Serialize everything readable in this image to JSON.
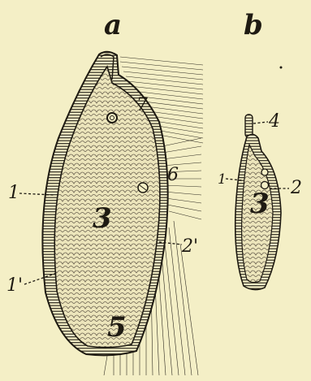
{
  "panels": [
    {
      "id": "a",
      "label": "a",
      "callouts": [
        "7",
        "6",
        "1",
        "3",
        "2'",
        "1'",
        "5"
      ]
    },
    {
      "id": "b",
      "label": "b",
      "callouts": [
        "4",
        "1",
        "2",
        "3"
      ]
    }
  ],
  "colors": {
    "paper": "#f4efc6",
    "ink": "#1e1a12",
    "fill": "#ece5bb"
  }
}
